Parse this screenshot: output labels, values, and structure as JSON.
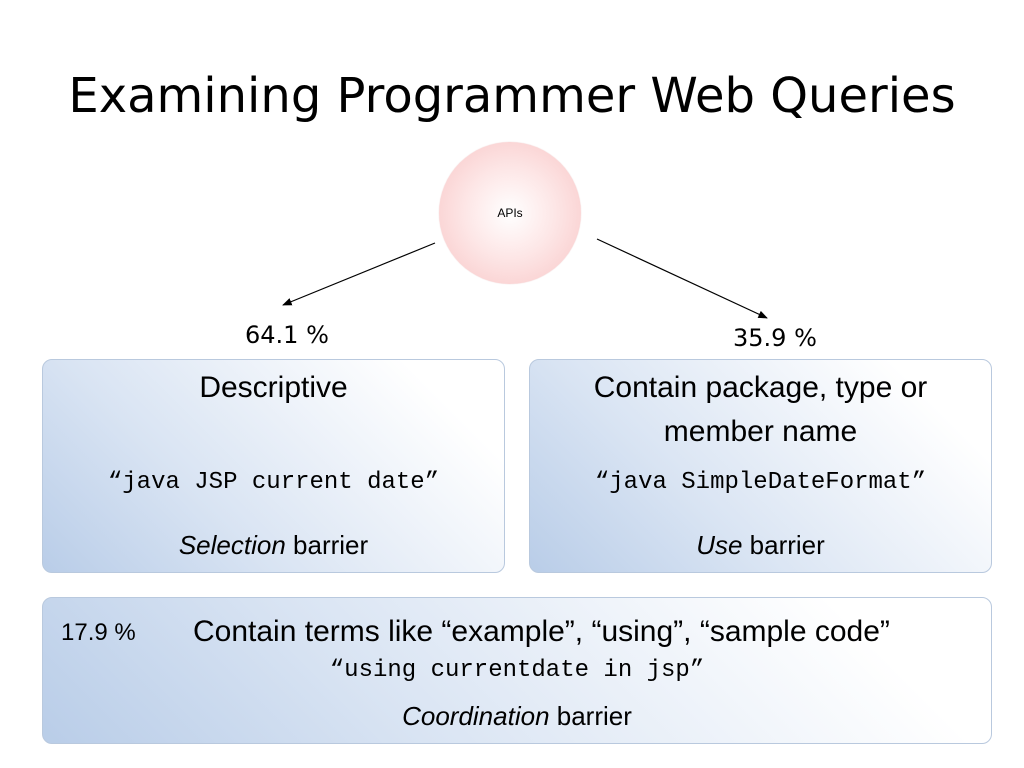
{
  "slide": {
    "title": "Examining Programmer Web Queries"
  },
  "root": {
    "label": "APIs"
  },
  "branches": {
    "left_percent": "64.1 %",
    "right_percent": "35.9 %"
  },
  "boxes": {
    "descriptive": {
      "heading": "Descriptive",
      "query": "“java JSP current date”",
      "barrier_emphasis": "Selection",
      "barrier_suffix": " barrier"
    },
    "named": {
      "heading_line1": "Contain package, type or",
      "heading_line2": "member name",
      "query": "“java SimpleDateFormat”",
      "barrier_emphasis": "Use",
      "barrier_suffix": " barrier"
    },
    "example_terms": {
      "percent": "17.9 %",
      "heading": "Contain terms like “example”, “using”, “sample code”",
      "query": "“using currentdate in jsp”",
      "barrier_emphasis": "Coordination",
      "barrier_suffix": " barrier"
    }
  },
  "colors": {
    "circle_fill": "#f8c4c4",
    "box_gradient_start": "#b9cde8",
    "box_border": "#b9c9de"
  }
}
